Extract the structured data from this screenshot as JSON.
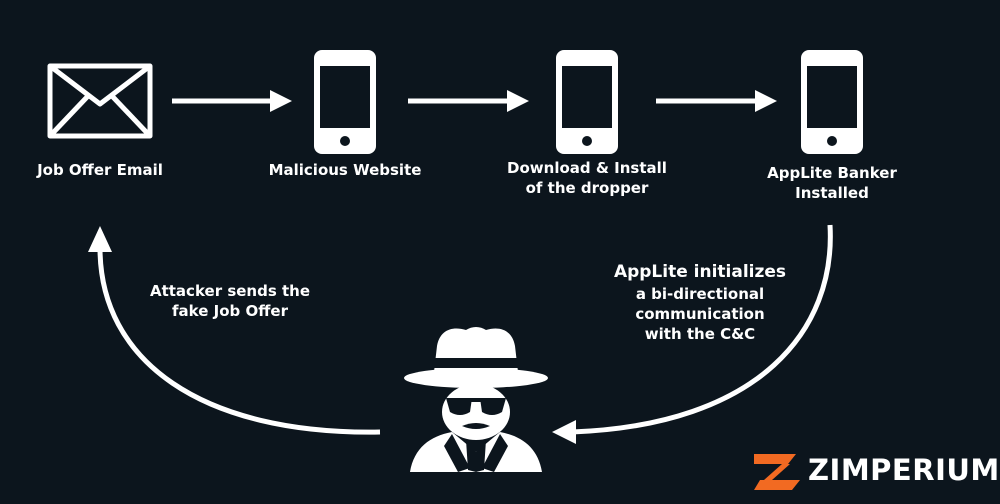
{
  "nodes": {
    "email": {
      "label": "Job Offer Email",
      "icon": "envelope-icon"
    },
    "website": {
      "label": "Malicious Website",
      "icon": "smartphone-icon"
    },
    "download": {
      "label_line1": "Download & Install",
      "label_line2": "of the dropper",
      "icon": "smartphone-icon"
    },
    "installed": {
      "label_line1": "AppLite Banker",
      "label_line2": "Installed",
      "icon": "smartphone-icon"
    },
    "attacker": {
      "icon": "hacker-spy-icon"
    }
  },
  "edges": {
    "cc_comm": {
      "line1": "AppLite initializes",
      "line2": "a bi-directional",
      "line3": "communication",
      "line4": "with the C&C"
    },
    "attacker_sends": {
      "line1": "Attacker sends the",
      "line2": "fake Job Offer"
    }
  },
  "brand": {
    "name": "ZIMPERIUM.",
    "icon": "zimperium-logo-icon"
  },
  "colors": {
    "background": "#0c151d",
    "foreground": "#ffffff",
    "brand_accent": "#f26a22"
  }
}
